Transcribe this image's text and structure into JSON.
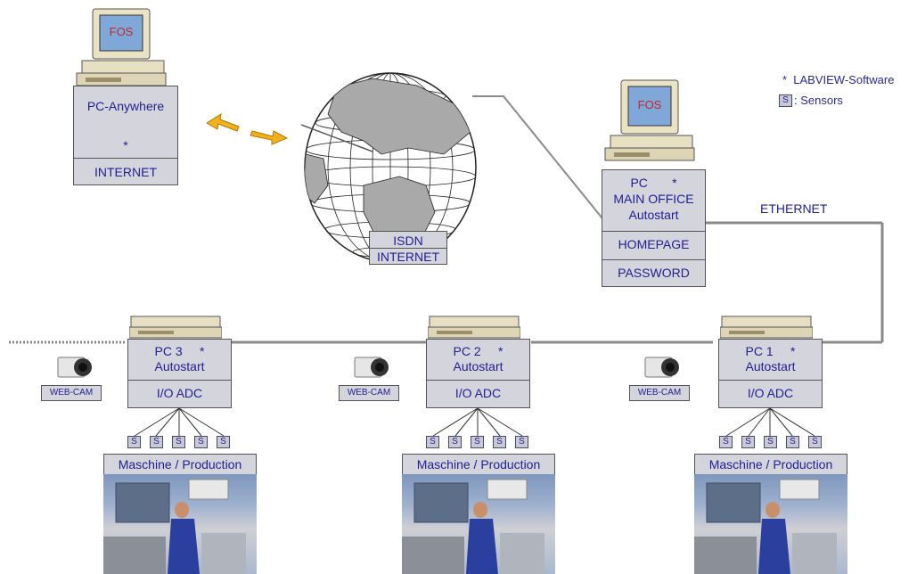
{
  "remote_pc": {
    "screen": "FOS",
    "software": "PC-Anywhere",
    "note": "*",
    "link": "INTERNET"
  },
  "globe": {
    "line1": "ISDN",
    "line2": "INTERNET"
  },
  "main_pc": {
    "screen": "FOS",
    "line1": "PC       *",
    "line2": "MAIN OFFICE",
    "line3": "Autostart",
    "homepage": "HOMEPAGE",
    "password": "PASSWORD"
  },
  "network_label": "ETHERNET",
  "legend": {
    "labview": "*  LABVIEW-Software",
    "sensor_symbol": "S",
    "sensor_text": ": Sensors"
  },
  "stations": [
    {
      "pc": "PC 3     *",
      "autostart": "Autostart",
      "io": "I/O ADC",
      "webcam": "WEB-CAM",
      "sensors": [
        "S",
        "S",
        "S",
        "S",
        "S"
      ],
      "machine": "Maschine / Production"
    },
    {
      "pc": "PC 2     *",
      "autostart": "Autostart",
      "io": "I/O ADC",
      "webcam": "WEB-CAM",
      "sensors": [
        "S",
        "S",
        "S",
        "S",
        "S"
      ],
      "machine": "Maschine / Production"
    },
    {
      "pc": "PC 1     *",
      "autostart": "Autostart",
      "io": "I/O ADC",
      "webcam": "WEB-CAM",
      "sensors": [
        "S",
        "S",
        "S",
        "S",
        "S"
      ],
      "machine": "Maschine / Production"
    }
  ]
}
